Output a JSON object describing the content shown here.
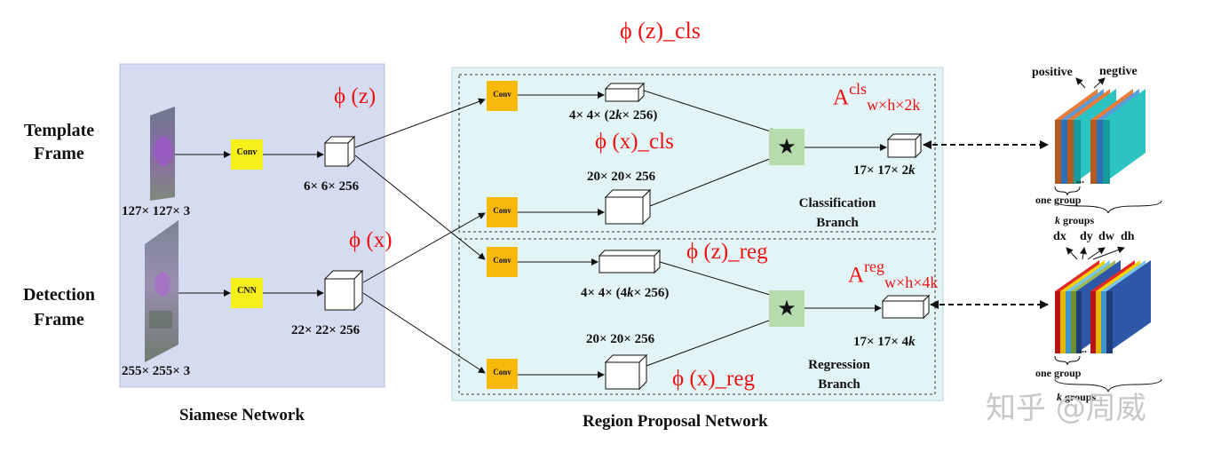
{
  "siamese": {
    "title": "Siamese Network",
    "template_label_1": "Template",
    "template_label_2": "Frame",
    "detection_label_1": "Detection",
    "detection_label_2": "Frame",
    "template_size": "127× 127× 3",
    "detection_size": "255× 255× 3",
    "cnn_label": "CNN",
    "phi_z": "ϕ (z)",
    "phi_x": "ϕ (x)",
    "feat_z_size": "6× 6× 256",
    "feat_x_size": "22× 22× 256"
  },
  "rpn": {
    "title": "Region Proposal Network",
    "phi_z_cls": "ϕ (z)_cls",
    "phi_x_cls": "ϕ (x)_cls",
    "phi_z_reg": "ϕ (z)_reg",
    "phi_x_reg": "ϕ (x)_reg",
    "conv_label": "Conv",
    "cls_kernel_size_pre": "4× 4× (2",
    "cls_kernel_k": "k",
    "cls_kernel_size_post": "× 256)",
    "cls_search_size": "20× 20× 256",
    "reg_kernel_size_pre": "4× 4× (4",
    "reg_kernel_k": "k",
    "reg_kernel_size_post": "× 256)",
    "reg_search_size": "20× 20× 256",
    "cls_out_pre": "17× 17× 2",
    "cls_out_k": "k",
    "reg_out_pre": "17× 17× 4",
    "reg_out_k": "k",
    "cls_branch_1": "Classification",
    "cls_branch_2": "Branch",
    "reg_branch_1": "Regression",
    "reg_branch_2": "Branch",
    "A_cls_base": "A",
    "A_cls_sup": "cls",
    "A_cls_sub": "w×h×2k",
    "A_reg_base": "A",
    "A_reg_sup": "reg",
    "A_reg_sub": "w×h×4k",
    "star": "★"
  },
  "outputs": {
    "positive": "positive",
    "negtive": "negtive",
    "one_group_cls": "one group",
    "k_groups_cls_k": "k",
    "k_groups_cls": " groups",
    "dx": "dx",
    "dy": "dy",
    "dw": "dw",
    "dh": "dh",
    "one_group_reg": "one group",
    "k_groups_reg_k": "k",
    "k_groups_reg": " groups",
    "dots": "..."
  },
  "watermark": "知乎 @周威",
  "colors": {
    "siamese_bg": "#d6dcef",
    "rpn_bg": "#e3f4f6",
    "cnn": "#f7ef1a",
    "conv": "#f9b90b",
    "corr": "#b6dcae",
    "accent_red": "#e11111",
    "cls_teal": "#2cc3c3",
    "cls_orange": "#e67d3a",
    "reg_blue": "#2e57a7",
    "reg_red": "#e02a2a",
    "reg_yellow": "#f5d200"
  }
}
